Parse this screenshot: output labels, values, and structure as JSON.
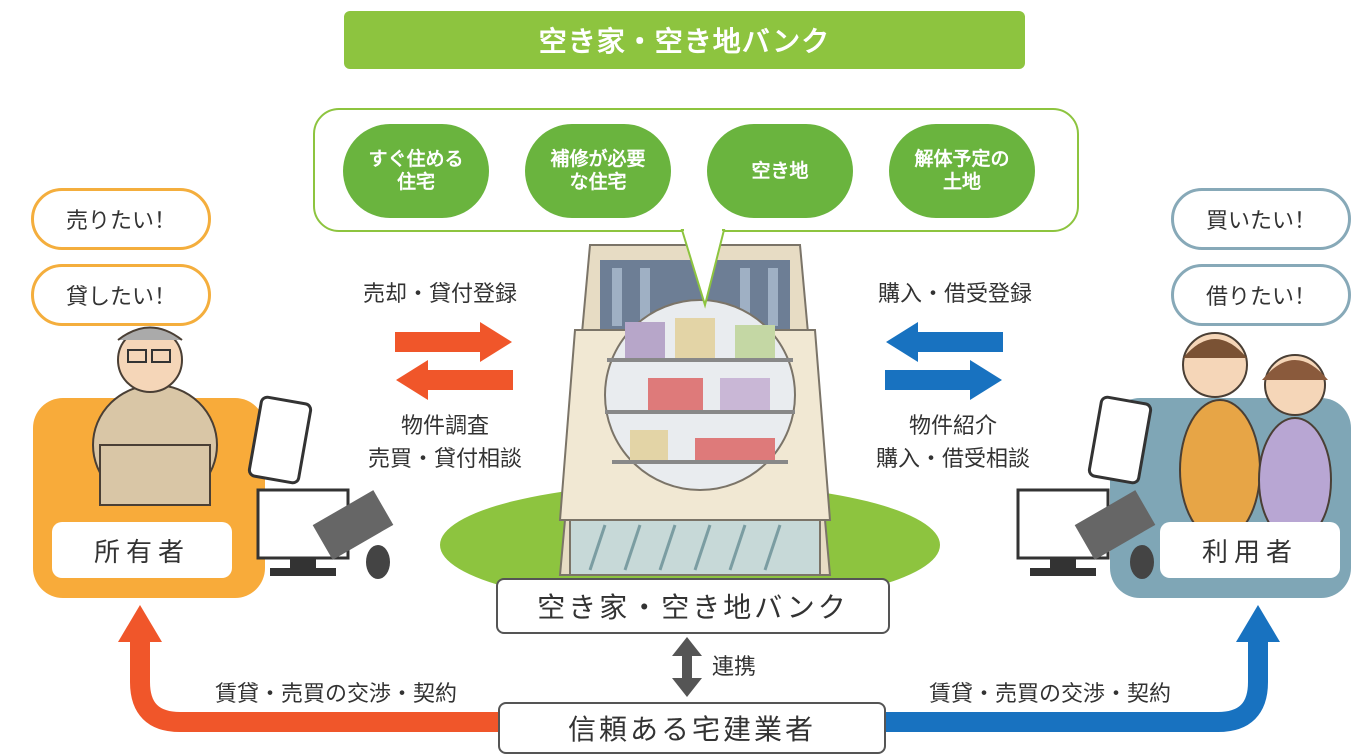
{
  "header": {
    "title": "空き家・空き地バンク"
  },
  "categories": [
    {
      "label": "すぐ住める\n住宅"
    },
    {
      "label": "補修が必要\nな住宅"
    },
    {
      "label": "空き地"
    },
    {
      "label": "解体予定の\n土地"
    }
  ],
  "owner": {
    "wishes": [
      "売りたい！",
      "貸したい！"
    ],
    "label": "所有者",
    "register_label": "売却・貸付登録",
    "consult_label": "物件調査\n売買・貸付相談",
    "negotiation_label": "賃貸・売買の交渉・契約"
  },
  "user": {
    "wishes": [
      "買いたい！",
      "借りたい！"
    ],
    "label": "利用者",
    "register_label": "購入・借受登録",
    "consult_label": "物件紹介\n購入・借受相談",
    "negotiation_label": "賃貸・売買の交渉・契約"
  },
  "bank": {
    "label": "空き家・空き地バンク"
  },
  "link": {
    "label": "連携"
  },
  "dealer": {
    "label": "信頼ある宅建業者"
  },
  "colors": {
    "green": "#8dc43f",
    "dark_green": "#6ab43e",
    "orange_panel": "#f8ab3a",
    "blue_panel": "#7fa6b6",
    "arrow_orange": "#f0562a",
    "arrow_blue": "#1872c0"
  }
}
